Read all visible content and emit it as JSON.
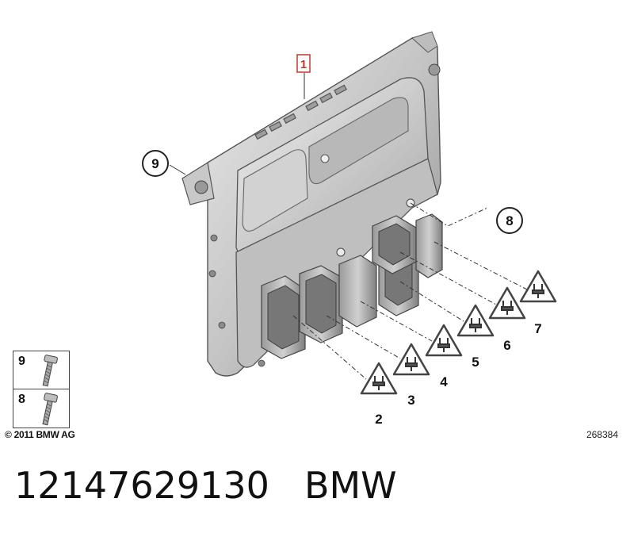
{
  "callouts": {
    "part_1": "1",
    "part_2": "2",
    "part_3": "3",
    "part_4": "4",
    "part_5": "5",
    "part_6": "6",
    "part_7": "7",
    "part_8": "8",
    "part_9": "9"
  },
  "legend": {
    "items": [
      {
        "label": "9",
        "icon": "bolt-icon"
      },
      {
        "label": "8",
        "icon": "bolt-icon"
      }
    ]
  },
  "copyright": "© 2011 BMW AG",
  "drawing_id": "268384",
  "footer": {
    "part_number": "12147629130",
    "brand": "BMW"
  },
  "colors": {
    "housing_light": "#d9d9d9",
    "housing_mid": "#b3b3b3",
    "housing_dark": "#7a7a7a",
    "callout_box": "#c0392b"
  }
}
